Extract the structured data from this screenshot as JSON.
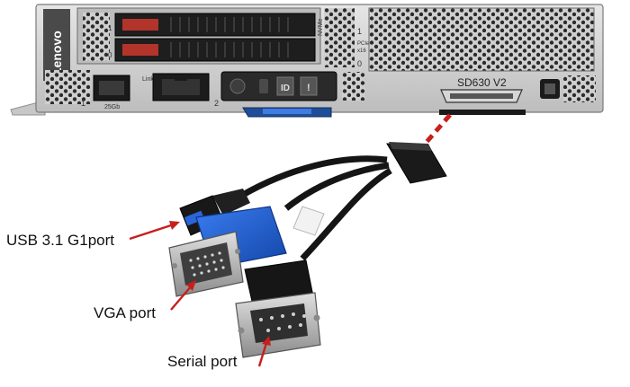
{
  "chassis": {
    "brand": "Lenovo",
    "model": "SD630 V2",
    "nic_label": "25Gb",
    "link_label": "Link",
    "nvme_label": "NVMe",
    "pcie_label": "PCIe",
    "pcie_width": "x16",
    "id_label": "ID",
    "alert_label": "!",
    "port_num_1": "1",
    "port_num_2": "2",
    "bay_num_1": "1",
    "bay_num_0": "0",
    "nvme_num_1": "1",
    "nvme_num_0": "0"
  },
  "callouts": [
    {
      "text": "USB 3.1 G1",
      "suffix": "port"
    },
    {
      "text": "VGA port"
    },
    {
      "text": "Serial port"
    }
  ],
  "colors": {
    "chassis": "#d9d9d9",
    "chassis_dark": "#3a3a3a",
    "drive_red": "#c0392b",
    "vga_blue": "#1f5fd1",
    "arrow_red": "#c81e1e",
    "cable": "#151515"
  },
  "icons": [
    "usb-icon",
    "vga-connector",
    "serial-db9-connector",
    "kvm-breakout-cable",
    "dotted-connection-line"
  ]
}
